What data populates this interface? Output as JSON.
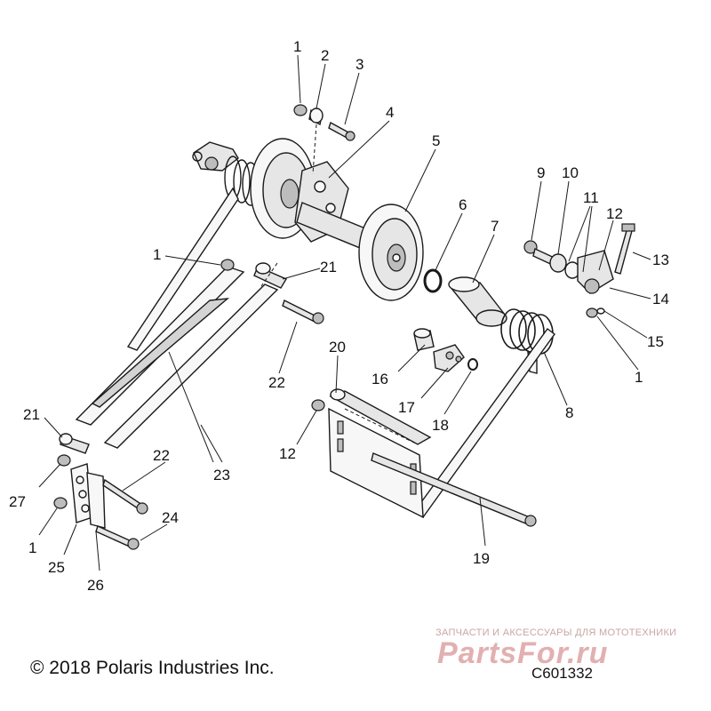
{
  "diagram": {
    "callouts": [
      {
        "id": "c1a",
        "text": "1"
      },
      {
        "id": "c2",
        "text": "2"
      },
      {
        "id": "c3",
        "text": "3"
      },
      {
        "id": "c4",
        "text": "4"
      },
      {
        "id": "c5",
        "text": "5"
      },
      {
        "id": "c6",
        "text": "6"
      },
      {
        "id": "c7",
        "text": "7"
      },
      {
        "id": "c9",
        "text": "9"
      },
      {
        "id": "c10",
        "text": "10"
      },
      {
        "id": "c11",
        "text": "11"
      },
      {
        "id": "c12a",
        "text": "12"
      },
      {
        "id": "c13",
        "text": "13"
      },
      {
        "id": "c14",
        "text": "14"
      },
      {
        "id": "c15",
        "text": "15"
      },
      {
        "id": "c1b",
        "text": "1"
      },
      {
        "id": "c1c",
        "text": "1"
      },
      {
        "id": "c21a",
        "text": "21"
      },
      {
        "id": "c22a",
        "text": "22"
      },
      {
        "id": "c20",
        "text": "20"
      },
      {
        "id": "c16",
        "text": "16"
      },
      {
        "id": "c17",
        "text": "17"
      },
      {
        "id": "c18",
        "text": "18"
      },
      {
        "id": "c8",
        "text": "8"
      },
      {
        "id": "c21b",
        "text": "21"
      },
      {
        "id": "c23",
        "text": "23"
      },
      {
        "id": "c12b",
        "text": "12"
      },
      {
        "id": "c22b",
        "text": "22"
      },
      {
        "id": "c27",
        "text": "27"
      },
      {
        "id": "c24",
        "text": "24"
      },
      {
        "id": "c1d",
        "text": "1"
      },
      {
        "id": "c25",
        "text": "25"
      },
      {
        "id": "c26",
        "text": "26"
      },
      {
        "id": "c19",
        "text": "19"
      }
    ]
  },
  "footer": {
    "copyright": "© 2018 Polaris Industries Inc.",
    "code": "C601332"
  },
  "watermark": {
    "tagline": "ЗАПЧАСТИ И АКСЕССУАРЫ ДЛЯ МОТОТЕХНИКИ",
    "logo": "PartsFor.ru",
    "color": "#e2b0b0"
  }
}
